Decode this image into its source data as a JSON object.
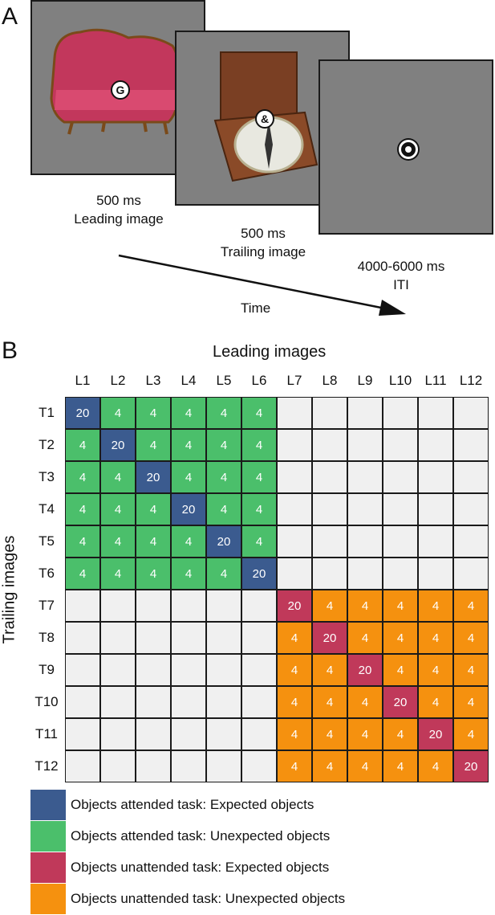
{
  "panel_a": {
    "label": "A",
    "frames": [
      {
        "symbol": "G",
        "time": "500 ms",
        "name": "Leading image",
        "image": "sofa-icon"
      },
      {
        "symbol": "&",
        "time": "500 ms",
        "name": "Trailing image",
        "image": "compass-icon"
      },
      {
        "symbol": "",
        "time": "4000-6000 ms",
        "name": "ITI",
        "image": ""
      }
    ],
    "time_label": "Time"
  },
  "panel_b": {
    "label": "B",
    "title": "Leading images",
    "ylabel": "Trailing images",
    "columns": [
      "L1",
      "L2",
      "L3",
      "L4",
      "L5",
      "L6",
      "L7",
      "L8",
      "L9",
      "L10",
      "L11",
      "L12"
    ],
    "rows": [
      "T1",
      "T2",
      "T3",
      "T4",
      "T5",
      "T6",
      "T7",
      "T8",
      "T9",
      "T10",
      "T11",
      "T12"
    ],
    "expected_value": "20",
    "unexpected_value": "4",
    "colors": {
      "attended_expected": "#3b5b8f",
      "attended_unexpected": "#4bbf6b",
      "unattended_expected": "#c0395a",
      "unattended_unexpected": "#f5910f",
      "empty": "#f0f0f0"
    },
    "legend": [
      {
        "color": "#3b5b8f",
        "label": "Objects attended task: Expected objects"
      },
      {
        "color": "#4bbf6b",
        "label": "Objects attended task: Unexpected objects"
      },
      {
        "color": "#c0395a",
        "label": "Objects unattended task: Expected objects"
      },
      {
        "color": "#f5910f",
        "label": "Objects unattended task: Unexpected objects"
      }
    ]
  }
}
